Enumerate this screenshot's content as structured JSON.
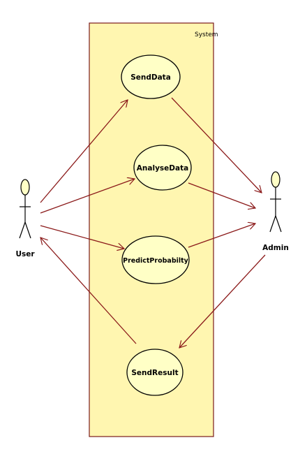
{
  "diagram": {
    "system_label": "System",
    "actors": [
      {
        "id": "user",
        "name": "User"
      },
      {
        "id": "admin",
        "name": "Admin"
      }
    ],
    "use_cases": [
      {
        "id": "senddata",
        "name": "SendData"
      },
      {
        "id": "analysedata",
        "name": "AnalyseData"
      },
      {
        "id": "predictprobability",
        "name": "PredictProbabilty"
      },
      {
        "id": "sendresult",
        "name": "SendResult"
      }
    ],
    "associations": [
      {
        "from": "user",
        "to": "senddata"
      },
      {
        "from": "user",
        "to": "analysedata"
      },
      {
        "from": "user",
        "to": "predictprobability"
      },
      {
        "from": "senddata",
        "to": "admin"
      },
      {
        "from": "analysedata",
        "to": "admin"
      },
      {
        "from": "predictprobability",
        "to": "admin"
      },
      {
        "from": "admin",
        "to": "sendresult"
      },
      {
        "from": "sendresult",
        "to": "user"
      }
    ],
    "colors": {
      "fill": "#FFFFC6",
      "system_fill": "#FFF6B0",
      "stroke": "#8B1A1A",
      "text": "#000000"
    }
  }
}
